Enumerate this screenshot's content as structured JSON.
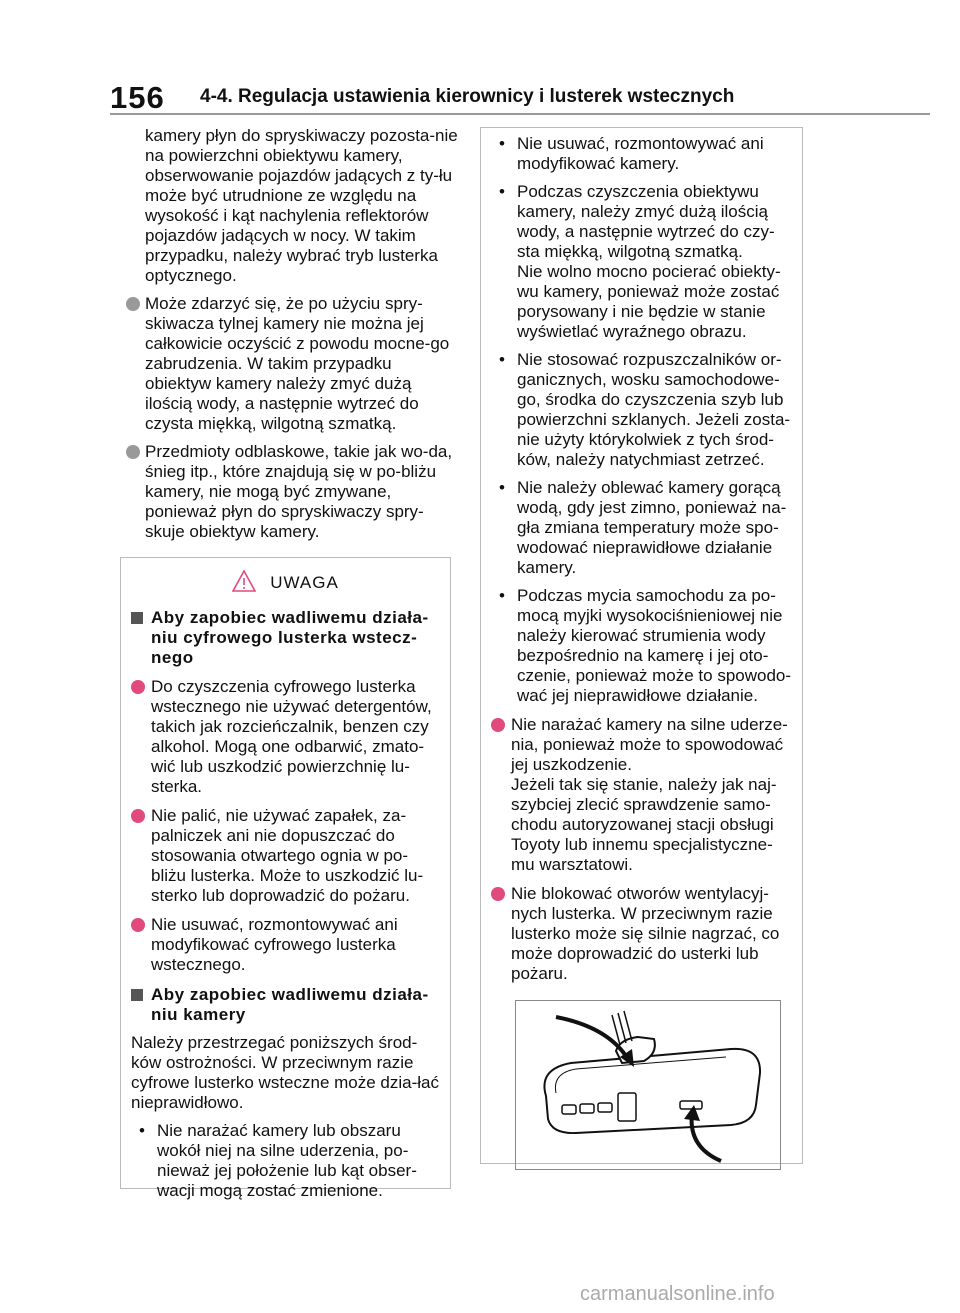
{
  "header": {
    "page_number": "156",
    "section": "4-4. Regulacja ustawienia kierownicy i lusterek wstecznych"
  },
  "left_column": {
    "continuation": "kamery płyn do spryskiwaczy pozosta-nie na powierzchni obiektywu kamery, obserwowanie pojazdów jadących z ty-łu może być utrudnione ze względu na wysokość i kąt nachylenia reflektorów pojazdów jadących w nocy. W takim przypadku, należy wybrać tryb lusterka optycznego.",
    "bullets": [
      "Może zdarzyć się, że po użyciu spry-skiwacza tylnej kamery nie można jej całkowicie oczyścić z powodu mocne-go zabrudzenia. W takim przypadku obiektyw kamery należy zmyć dużą ilością wody, a następnie wytrzeć do czysta miękką, wilgotną szmatką.",
      "Przedmioty odblaskowe, takie jak wo-da, śnieg itp., które znajdują się w po-bliżu kamery, nie mogą być zmywane, ponieważ płyn do spryskiwaczy spry-skuje obiektyw kamery."
    ]
  },
  "warning": {
    "title": "UWAGA",
    "heading1": "Aby zapobiec wadliwemu działa-niu cyfrowego lusterka wstecz-nego",
    "items1": [
      "Do czyszczenia cyfrowego lusterka wstecznego nie używać detergentów, takich jak rozcieńczalnik, benzen czy alkohol. Mogą one odbarwić, zmato-wić lub uszkodzić powierzchnię lu-sterka.",
      "Nie palić, nie używać zapałek, za-palniczek ani nie dopuszczać do stosowania otwartego ognia w po-bliżu lusterka. Może to uszkodzić lu-sterko lub doprowadzić do pożaru.",
      "Nie usuwać, rozmontowywać ani modyfikować cyfrowego lusterka wstecznego."
    ],
    "heading2": "Aby zapobiec wadliwemu działa-niu kamery",
    "intro2": "Należy przestrzegać poniższych środ-ków ostrożności. W przeciwnym razie cyfrowe lusterko wsteczne może dzia-łać nieprawidłowo.",
    "small_bullets_left": [
      "Nie narażać kamery lub obszaru wokół niej na silne uderzenia, po-nieważ jej położenie lub kąt obser-wacji mogą zostać zmienione."
    ]
  },
  "right_box": {
    "small_bullets": [
      {
        "text": "Nie usuwać, rozmontowywać ani modyfikować kamery."
      },
      {
        "text": "Podczas czyszczenia obiektywu kamery, należy zmyć dużą ilością wody, a następnie wytrzeć do czy-sta miękką, wilgotną szmatką.",
        "extra": "Nie wolno mocno pocierać obiekty-wu kamery, ponieważ może zostać porysowany i nie będzie w stanie wyświetlać wyraźnego obrazu."
      },
      {
        "text": "Nie stosować rozpuszczalników or-ganicznych, wosku samochodowe-go, środka do czyszczenia szyb lub powierzchni szklanych. Jeżeli zosta-nie użyty którykolwiek z tych środ-ków, należy natychmiast zetrzeć."
      },
      {
        "text": "Nie należy oblewać kamery gorącą wodą, gdy jest zimno, ponieważ na-gła zmiana temperatury może spo-wodować nieprawidłowe działanie kamery."
      },
      {
        "text": "Podczas mycia samochodu za po-mocą myjki wysokociśnieniowej nie należy kierować strumienia wody bezpośrednio na kamerę i jej oto-czenie, ponieważ może to spowodo-wać jej nieprawidłowe działanie."
      }
    ],
    "pink_items": [
      {
        "text": "Nie narażać kamery na silne uderze-nia, ponieważ może to spowodować jej uszkodzenie.",
        "extra": "Jeżeli tak się stanie, należy jak naj-szybciej zlecić sprawdzenie samo-chodu autoryzowanej stacji obsługi Toyoty lub innemu specjalistyczne-mu warsztatowi."
      },
      {
        "text": "Nie blokować otworów wentylacyj-nych lusterka. W przeciwnym razie lusterko może się silnie nagrzać, co może doprowadzić do usterki lub pożaru."
      }
    ]
  },
  "watermark": "carmanualsonline.info",
  "colors": {
    "bullet_pink": "#e04a7e",
    "bullet_gray": "#999999",
    "rule": "#999999"
  }
}
